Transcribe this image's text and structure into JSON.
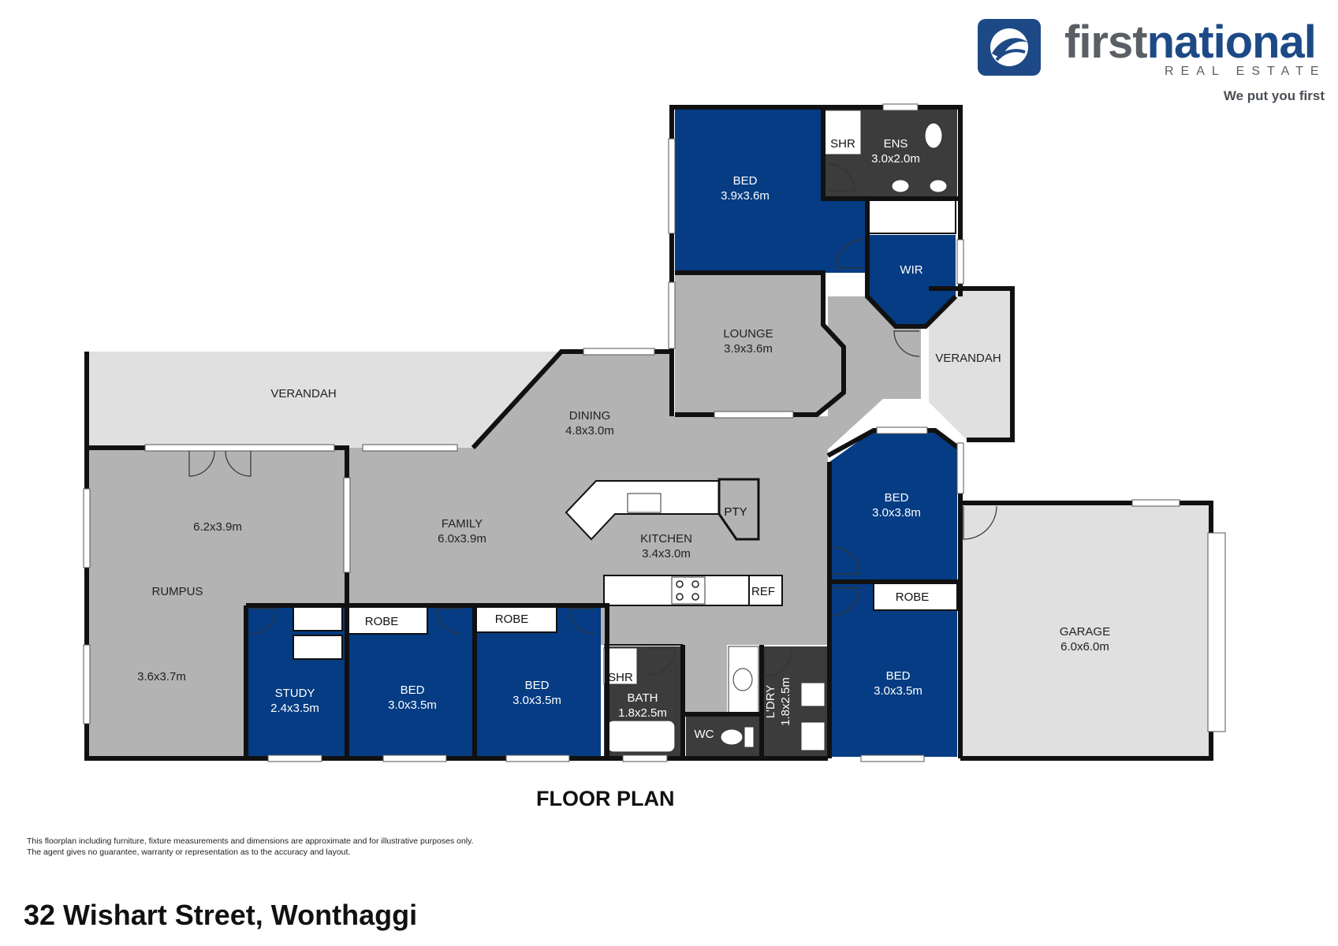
{
  "brand": {
    "first": "first",
    "national": "national",
    "sub": "REAL ESTATE",
    "tagline": "We put you first",
    "colors": {
      "navy": "#1d4a86",
      "grey": "#5a5f66"
    }
  },
  "plan_title": "FLOOR PLAN",
  "disclaimer": {
    "line1": "This floorplan including furniture, fixture measurements and dimensions are approximate and for illustrative purposes only.",
    "line2": "The agent gives no guarantee, warranty or representation as to the accuracy and layout."
  },
  "address": "32 Wishart Street, Wonthaggi",
  "colors": {
    "bedroom": "#053c83",
    "living": "#b3b3b3",
    "outdoor": "#e0e0e0",
    "wall": "#111111",
    "wet": "#3c3c3c"
  },
  "rooms": {
    "bed_master": {
      "name": "BED",
      "size": "3.9x3.6m"
    },
    "ens": {
      "name": "ENS",
      "size": "3.0x2.0m"
    },
    "ens_shr": {
      "name": "SHR"
    },
    "wir": {
      "name": "WIR"
    },
    "lounge": {
      "name": "LOUNGE",
      "size": "3.9x3.6m"
    },
    "verandah_east": {
      "name": "VERANDAH"
    },
    "verandah_north": {
      "name": "VERANDAH"
    },
    "dining": {
      "name": "DINING",
      "size": "4.8x3.0m"
    },
    "family": {
      "name": "FAMILY",
      "size": "6.0x3.9m"
    },
    "kitchen": {
      "name": "KITCHEN",
      "size": "3.4x3.0m"
    },
    "pty": {
      "name": "PTY"
    },
    "ref": {
      "name": "REF"
    },
    "rumpus": {
      "name": "RUMPUS",
      "size_top": "6.2x3.9m",
      "size_bottom": "3.6x3.7m"
    },
    "study": {
      "name": "STUDY",
      "size": "2.4x3.5m"
    },
    "bed_2": {
      "name": "BED",
      "size": "3.0x3.5m"
    },
    "bed_3": {
      "name": "BED",
      "size": "3.0x3.5m"
    },
    "robe_2": {
      "name": "ROBE"
    },
    "robe_3": {
      "name": "ROBE"
    },
    "bath": {
      "name": "BATH",
      "size": "1.8x2.5m"
    },
    "bath_shr": {
      "name": "SHR"
    },
    "wc": {
      "name": "WC"
    },
    "ldry": {
      "name": "L'DRY",
      "size": "1.8x2.5m"
    },
    "bed_4": {
      "name": "BED",
      "size": "3.0x3.8m"
    },
    "bed_5": {
      "name": "BED",
      "size": "3.0x3.5m"
    },
    "robe_5": {
      "name": "ROBE"
    },
    "garage": {
      "name": "GARAGE",
      "size": "6.0x6.0m"
    }
  }
}
